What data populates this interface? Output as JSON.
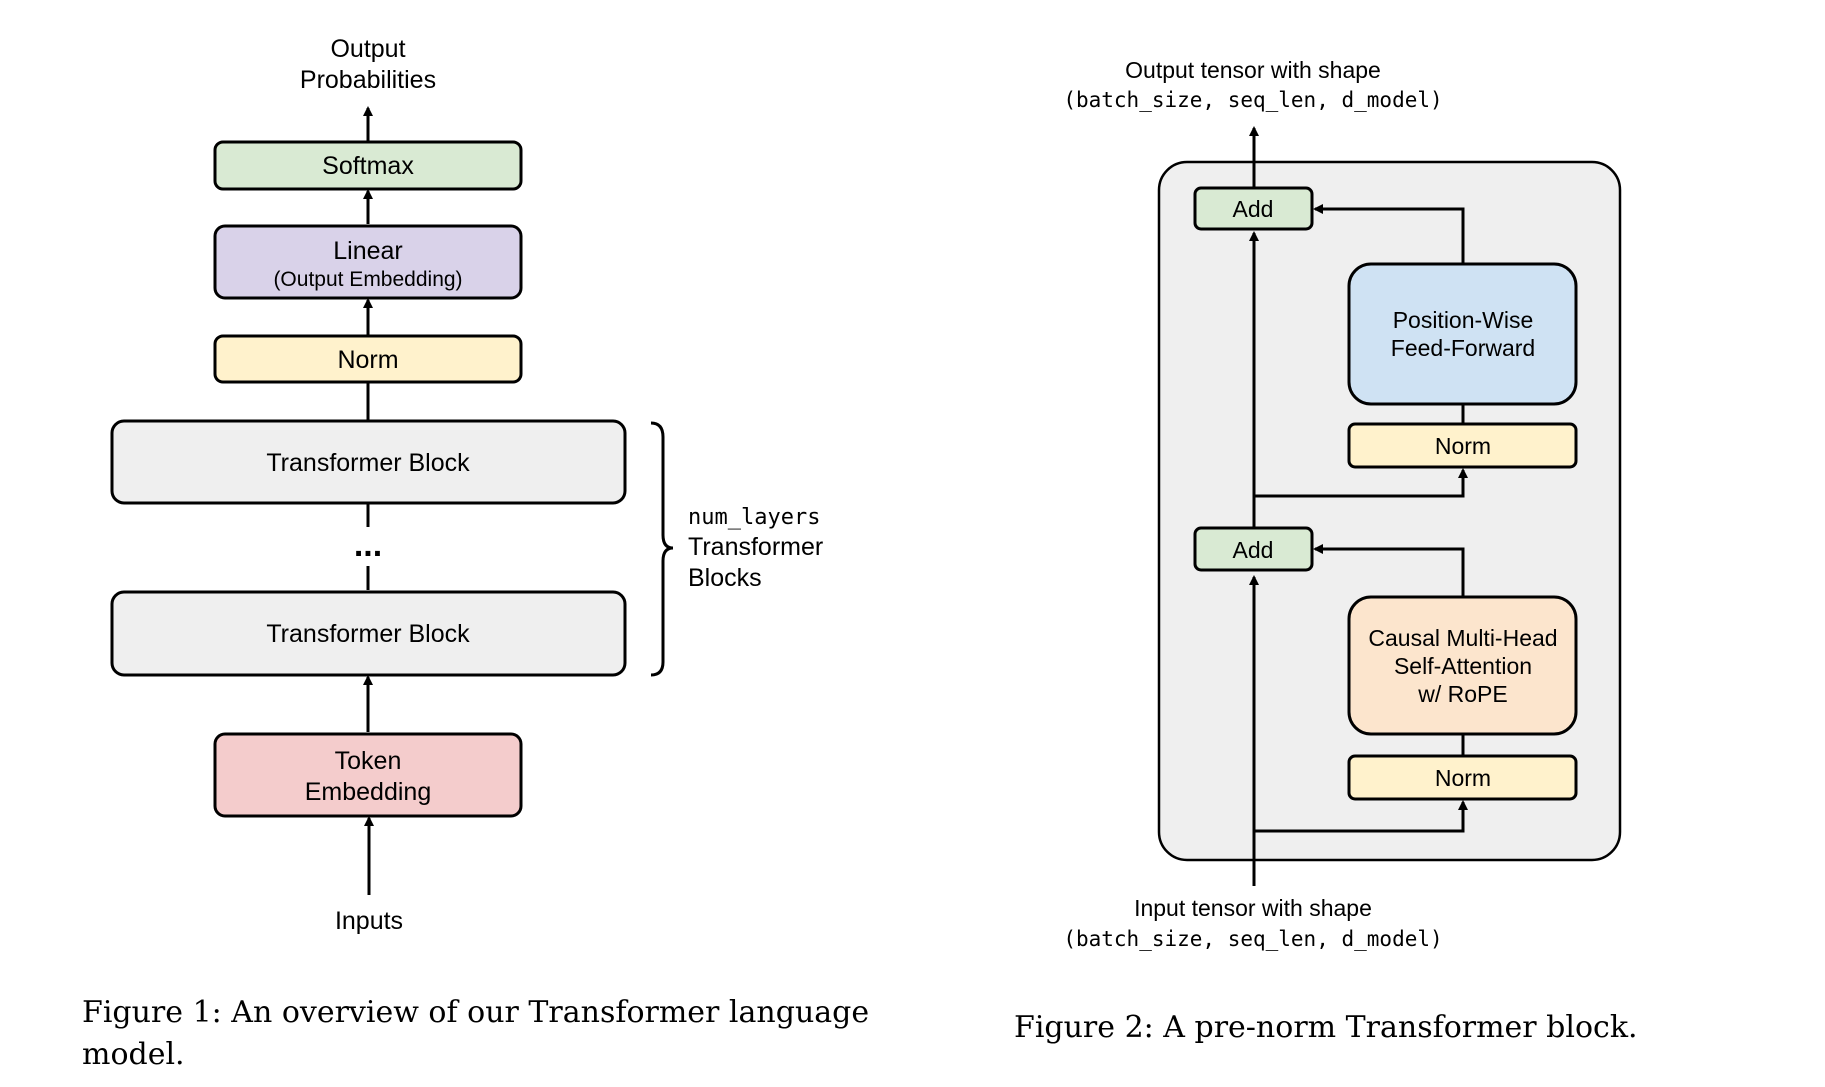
{
  "colors": {
    "softmax": "#d9ead3",
    "linear": "#d9d2e9",
    "norm": "#fff2cc",
    "block": "#efefef",
    "token": "#f4cccc",
    "ffn": "#cfe2f3",
    "attn": "#fce5cd",
    "add": "#d9ead3",
    "container": "#efefef"
  },
  "figure1": {
    "output_label_1": "Output",
    "output_label_2": "Probabilities",
    "softmax": "Softmax",
    "linear": "Linear",
    "linear_sub": "(Output Embedding)",
    "norm": "Norm",
    "block_top": "Transformer Block",
    "ellipsis": "...",
    "block_bottom": "Transformer Block",
    "token_1": "Token",
    "token_2": "Embedding",
    "inputs": "Inputs",
    "brace_label_mono": "num_layers",
    "brace_label_1": "Transformer",
    "brace_label_2": "Blocks",
    "caption_1": "Figure 1:  An overview of our Transformer language",
    "caption_2": "model."
  },
  "figure2": {
    "output_label": "Output tensor with shape",
    "output_shape": "(batch_size, seq_len, d_model)",
    "add_top": "Add",
    "ffn_1": "Position-Wise",
    "ffn_2": "Feed-Forward",
    "norm_top": "Norm",
    "add_bottom": "Add",
    "attn_1": "Causal Multi-Head",
    "attn_2": "Self-Attention",
    "attn_3": "w/ RoPE",
    "norm_bottom": "Norm",
    "input_label": "Input tensor with shape",
    "input_shape": "(batch_size, seq_len, d_model)",
    "caption": "Figure 2:  A pre-norm Transformer block."
  }
}
